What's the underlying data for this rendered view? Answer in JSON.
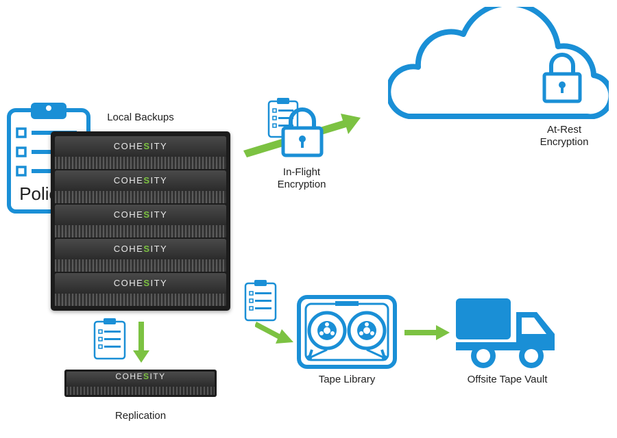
{
  "policies": {
    "label": "Policies"
  },
  "local_backups": {
    "label": "Local Backups"
  },
  "brand": {
    "prefix": "COHE",
    "accent": "S",
    "suffix": "ITY"
  },
  "in_flight": {
    "line1": "In-Flight",
    "line2": "Encryption"
  },
  "at_rest": {
    "line1": "At-Rest",
    "line2": "Encryption"
  },
  "replication": {
    "label": "Replication"
  },
  "tape_library": {
    "label": "Tape Library"
  },
  "offsite_vault": {
    "label": "Offsite Tape Vault"
  },
  "colors": {
    "blue": "#1a8fd6",
    "green": "#7cc242",
    "dark": "#1c1c1c"
  },
  "icons": [
    "clipboard-icon",
    "lock-icon",
    "cloud-icon",
    "tape-library-icon",
    "truck-icon",
    "arrow-icon"
  ]
}
